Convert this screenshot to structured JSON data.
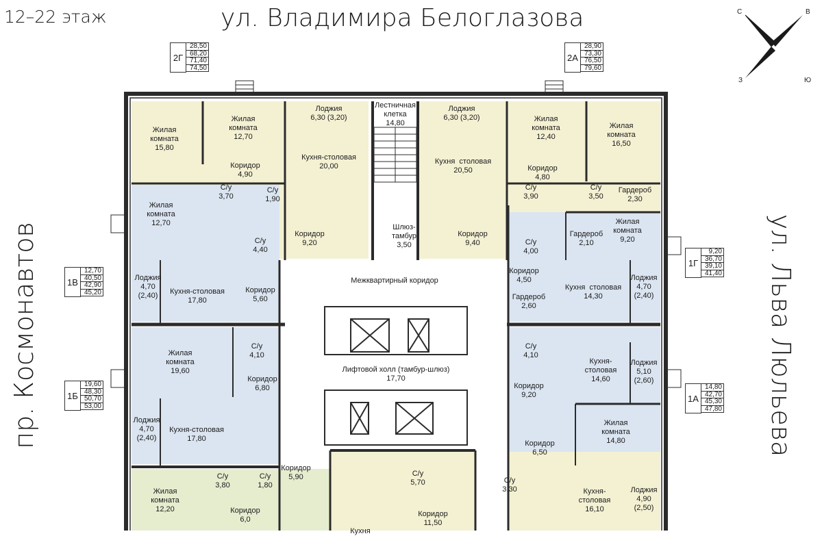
{
  "header": {
    "floor": "12–22 этаж",
    "street_top": "ул. Владимира Белоглазова",
    "street_left": "пр. Космонавтов",
    "street_right": "ул. Льва Люльева"
  },
  "compass": {
    "n": "С",
    "e": "В",
    "w": "З",
    "s": "Ю"
  },
  "apartments": [
    {
      "code": "2Г",
      "areas": [
        "28,50",
        "68,20",
        "71,40",
        "74,50"
      ]
    },
    {
      "code": "2А",
      "areas": [
        "28,90",
        "73,30",
        "76,50",
        "79,60"
      ]
    },
    {
      "code": "1В",
      "areas": [
        "12,70",
        "40,50",
        "42,90",
        "45,20"
      ]
    },
    {
      "code": "1Б",
      "areas": [
        "19,60",
        "48,30",
        "50,70",
        "53,00"
      ]
    },
    {
      "code": "1Г",
      "areas": [
        "9,20",
        "36,70",
        "39,10",
        "41,40"
      ]
    },
    {
      "code": "1А",
      "areas": [
        "14,80",
        "42,70",
        "45,30",
        "47,80"
      ]
    }
  ],
  "rooms": [
    {
      "name": "Жилая\nкомната",
      "area": "15,80"
    },
    {
      "name": "Жилая\nкомната",
      "area": "12,70"
    },
    {
      "name": "Лоджия",
      "area": "6,30 (3,20)"
    },
    {
      "name": "Лестничная\nклетка",
      "area": "14,80"
    },
    {
      "name": "Лоджия",
      "area": "6,30 (3,20)"
    },
    {
      "name": "Жилая\nкомната",
      "area": "12,40"
    },
    {
      "name": "Жилая\nкомната",
      "area": "16,50"
    },
    {
      "name": "Кухня-столовая",
      "area": "20,00"
    },
    {
      "name": "Кухня  столовая",
      "area": "20,50"
    },
    {
      "name": "Коридор",
      "area": "4,90"
    },
    {
      "name": "Коридор",
      "area": "4,80"
    },
    {
      "name": "С/у",
      "area": "3,70"
    },
    {
      "name": "С/у",
      "area": "1,90"
    },
    {
      "name": "С/у",
      "area": "3,90"
    },
    {
      "name": "С/у",
      "area": "3,50"
    },
    {
      "name": "Гардероб",
      "area": "2,30"
    },
    {
      "name": "Жилая\nкомната",
      "area": "12,70"
    },
    {
      "name": "Шлюз-\nтамбур",
      "area": "3,50"
    },
    {
      "name": "Коридор",
      "area": "9,20"
    },
    {
      "name": "Коридор",
      "area": "9,40"
    },
    {
      "name": "Жилая\nкомната",
      "area": "9,20"
    },
    {
      "name": "Гардероб",
      "area": "2,10"
    },
    {
      "name": "С/у",
      "area": "4,40"
    },
    {
      "name": "С/у",
      "area": "4,00"
    },
    {
      "name": "Межквартирный коридор",
      "area": ""
    },
    {
      "name": "Лоджия",
      "area": "4,70\n(2,40)"
    },
    {
      "name": "Кухня-столовая",
      "area": "17,80"
    },
    {
      "name": "Коридор",
      "area": "5,60"
    },
    {
      "name": "Коридор",
      "area": "4,50"
    },
    {
      "name": "Гардероб",
      "area": "2,60"
    },
    {
      "name": "Кухня  столовая",
      "area": "14,30"
    },
    {
      "name": "Лоджия",
      "area": "4,70\n(2,40)"
    },
    {
      "name": "С/у",
      "area": "4,10"
    },
    {
      "name": "С/у",
      "area": "4,10"
    },
    {
      "name": "Жилая\nкомната",
      "area": "19,60"
    },
    {
      "name": "Лифтовой холл (тамбур-шлюз)",
      "area": "17,70"
    },
    {
      "name": "Кухня-\nстоловая",
      "area": "14,60"
    },
    {
      "name": "Лоджия",
      "area": "5,10\n(2,60)"
    },
    {
      "name": "Коридор",
      "area": "6,80"
    },
    {
      "name": "Коридор",
      "area": "9,20"
    },
    {
      "name": "Лоджия",
      "area": "4,70\n(2,40)"
    },
    {
      "name": "Кухня-столовая",
      "area": "17,80"
    },
    {
      "name": "Жилая\nкомната",
      "area": "14,80"
    },
    {
      "name": "Коридор",
      "area": "6,50"
    },
    {
      "name": "Коридор",
      "area": "5,90"
    },
    {
      "name": "С/у",
      "area": "5,70"
    },
    {
      "name": "С/у",
      "area": "3,30"
    },
    {
      "name": "Жилая\nкомната",
      "area": "12,20"
    },
    {
      "name": "С/у",
      "area": "3,80"
    },
    {
      "name": "С/у",
      "area": "1,80"
    },
    {
      "name": "Коридор",
      "area": "6,0"
    },
    {
      "name": "Коридор",
      "area": "11,50"
    },
    {
      "name": "Кухня-\nстоловая",
      "area": "16,10"
    },
    {
      "name": "Лоджия",
      "area": "4,90\n(2,50)"
    },
    {
      "name": "Кухня",
      "area": ""
    }
  ],
  "colors": {
    "yellow": "#f4f1d3",
    "blue": "#dbe5f1",
    "green": "#e6edcf",
    "wall": "#2b2b2b"
  }
}
